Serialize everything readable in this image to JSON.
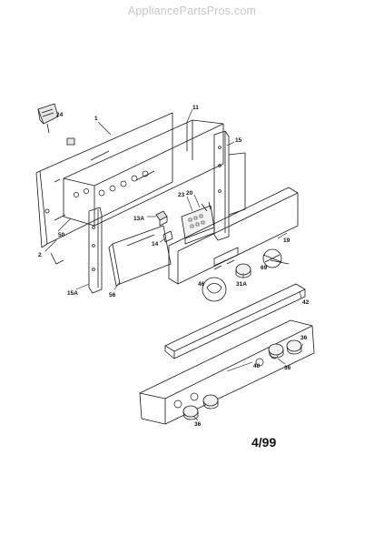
{
  "header": {
    "watermark": "AppliancePartsPros.com"
  },
  "footer": {
    "date_code": "4/99"
  },
  "callouts": {
    "c1": "1",
    "c2": "2",
    "c11": "11",
    "c13a": "13A",
    "c14": "14",
    "c15": "15",
    "c15a": "15A",
    "c19": "19",
    "c20": "20",
    "c23": "23",
    "c24": "24",
    "c31a": "31A",
    "c36a": "36",
    "c36b": "36",
    "c36c": "36",
    "c40": "40",
    "c42": "42",
    "c46": "46",
    "c50": "50",
    "c56": "56",
    "c69": "69"
  },
  "colors": {
    "line": "#1a1a1a",
    "watermark": "#c8c8c8",
    "background": "#ffffff"
  }
}
